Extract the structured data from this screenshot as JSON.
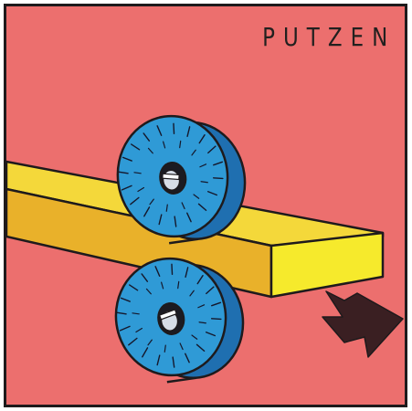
{
  "title": "PUTZEN",
  "colors": {
    "background": "#ec6f6e",
    "border": "#1e1a1c",
    "bar_top": "#f4d83a",
    "bar_side": "#e9b12a",
    "bar_end": "#f6ea2c",
    "brush": "#2f9ad6",
    "brush_dark": "#1f6fb0",
    "arrow": "#3a1f22"
  },
  "icons": {
    "upper_brush": "wire-brush-wheel",
    "lower_brush": "wire-brush-wheel",
    "direction": "feed-direction-arrow"
  }
}
